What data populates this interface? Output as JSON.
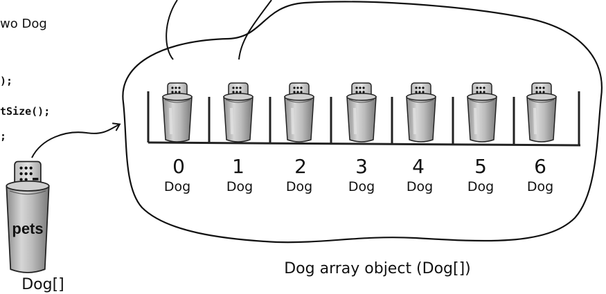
{
  "code_fragment": {
    "line1": "wo Dog",
    "line2": ");",
    "line3": "tSize();",
    "line4": ";"
  },
  "array_object": {
    "label": "Dog array object (Dog[])",
    "slots": [
      {
        "index": "0",
        "type": "Dog"
      },
      {
        "index": "1",
        "type": "Dog"
      },
      {
        "index": "2",
        "type": "Dog"
      },
      {
        "index": "3",
        "type": "Dog"
      },
      {
        "index": "4",
        "type": "Dog"
      },
      {
        "index": "5",
        "type": "Dog"
      },
      {
        "index": "6",
        "type": "Dog"
      }
    ]
  },
  "reference_variable": {
    "name": "pets",
    "type": "Dog[]"
  }
}
